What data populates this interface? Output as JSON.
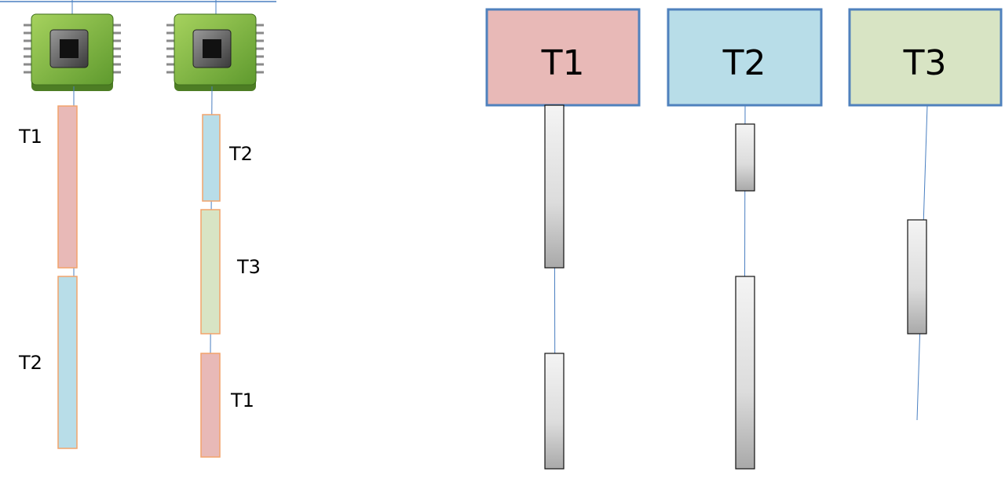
{
  "left_panel": {
    "cpu1": {
      "icon": "cpu-chip-icon",
      "slices": [
        {
          "label": "T1",
          "color": "#e8b9b7"
        },
        {
          "label": "T2",
          "color": "#b8dde8"
        }
      ]
    },
    "cpu2": {
      "icon": "cpu-chip-icon",
      "slices": [
        {
          "label": "T2",
          "color": "#b8dde8"
        },
        {
          "label": "T3",
          "color": "#d8e4c4"
        },
        {
          "label": "T1",
          "color": "#e8b9b7"
        }
      ]
    }
  },
  "right_panel": {
    "threads": [
      {
        "label": "T1",
        "color": "#e8b9b7"
      },
      {
        "label": "T2",
        "color": "#b8dde8"
      },
      {
        "label": "T3",
        "color": "#d8e4c4"
      }
    ]
  },
  "colors": {
    "line": "#4a7fc1",
    "slice_border": "#f2a36b",
    "box_border": "#4f81bd",
    "activation_fill": "#e6e6e6",
    "activation_border": "#111111",
    "chip_green": "#7fb241"
  }
}
